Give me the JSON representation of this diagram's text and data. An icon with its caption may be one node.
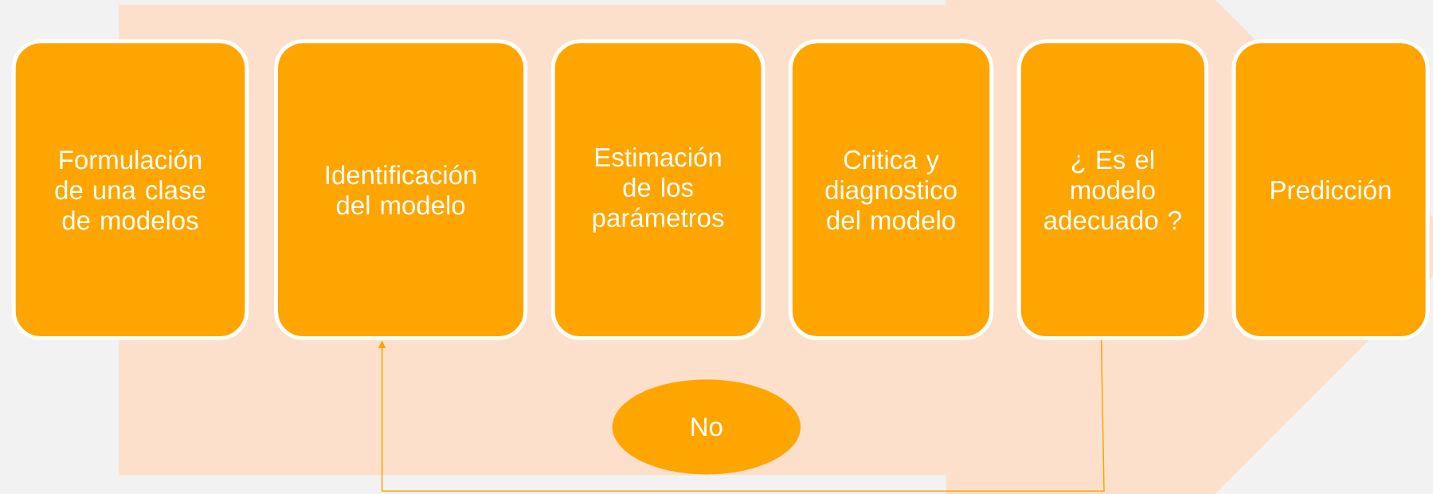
{
  "diagram": {
    "nodes": [
      {
        "text": [
          "Formulación de una clase de modelos"
        ]
      },
      {
        "text": [
          "Identificación del modelo"
        ]
      },
      {
        "text": [
          "Estimación de los parámetros"
        ]
      },
      {
        "text": [
          "Critica y diagnostico del modelo"
        ]
      },
      {
        "text": [
          "¿ Es el modelo adecuado ?"
        ]
      },
      {
        "text": [
          "Predicción"
        ]
      },
      {
        "text": [
          "No"
        ]
      }
    ],
    "edges": [
      {
        "from": 4,
        "to": 1,
        "arrow": "to"
      },
      {
        "from": 0,
        "to": 5,
        "arrow": "to",
        "style": "thick",
        "color": "#fde0cc"
      }
    ]
  }
}
